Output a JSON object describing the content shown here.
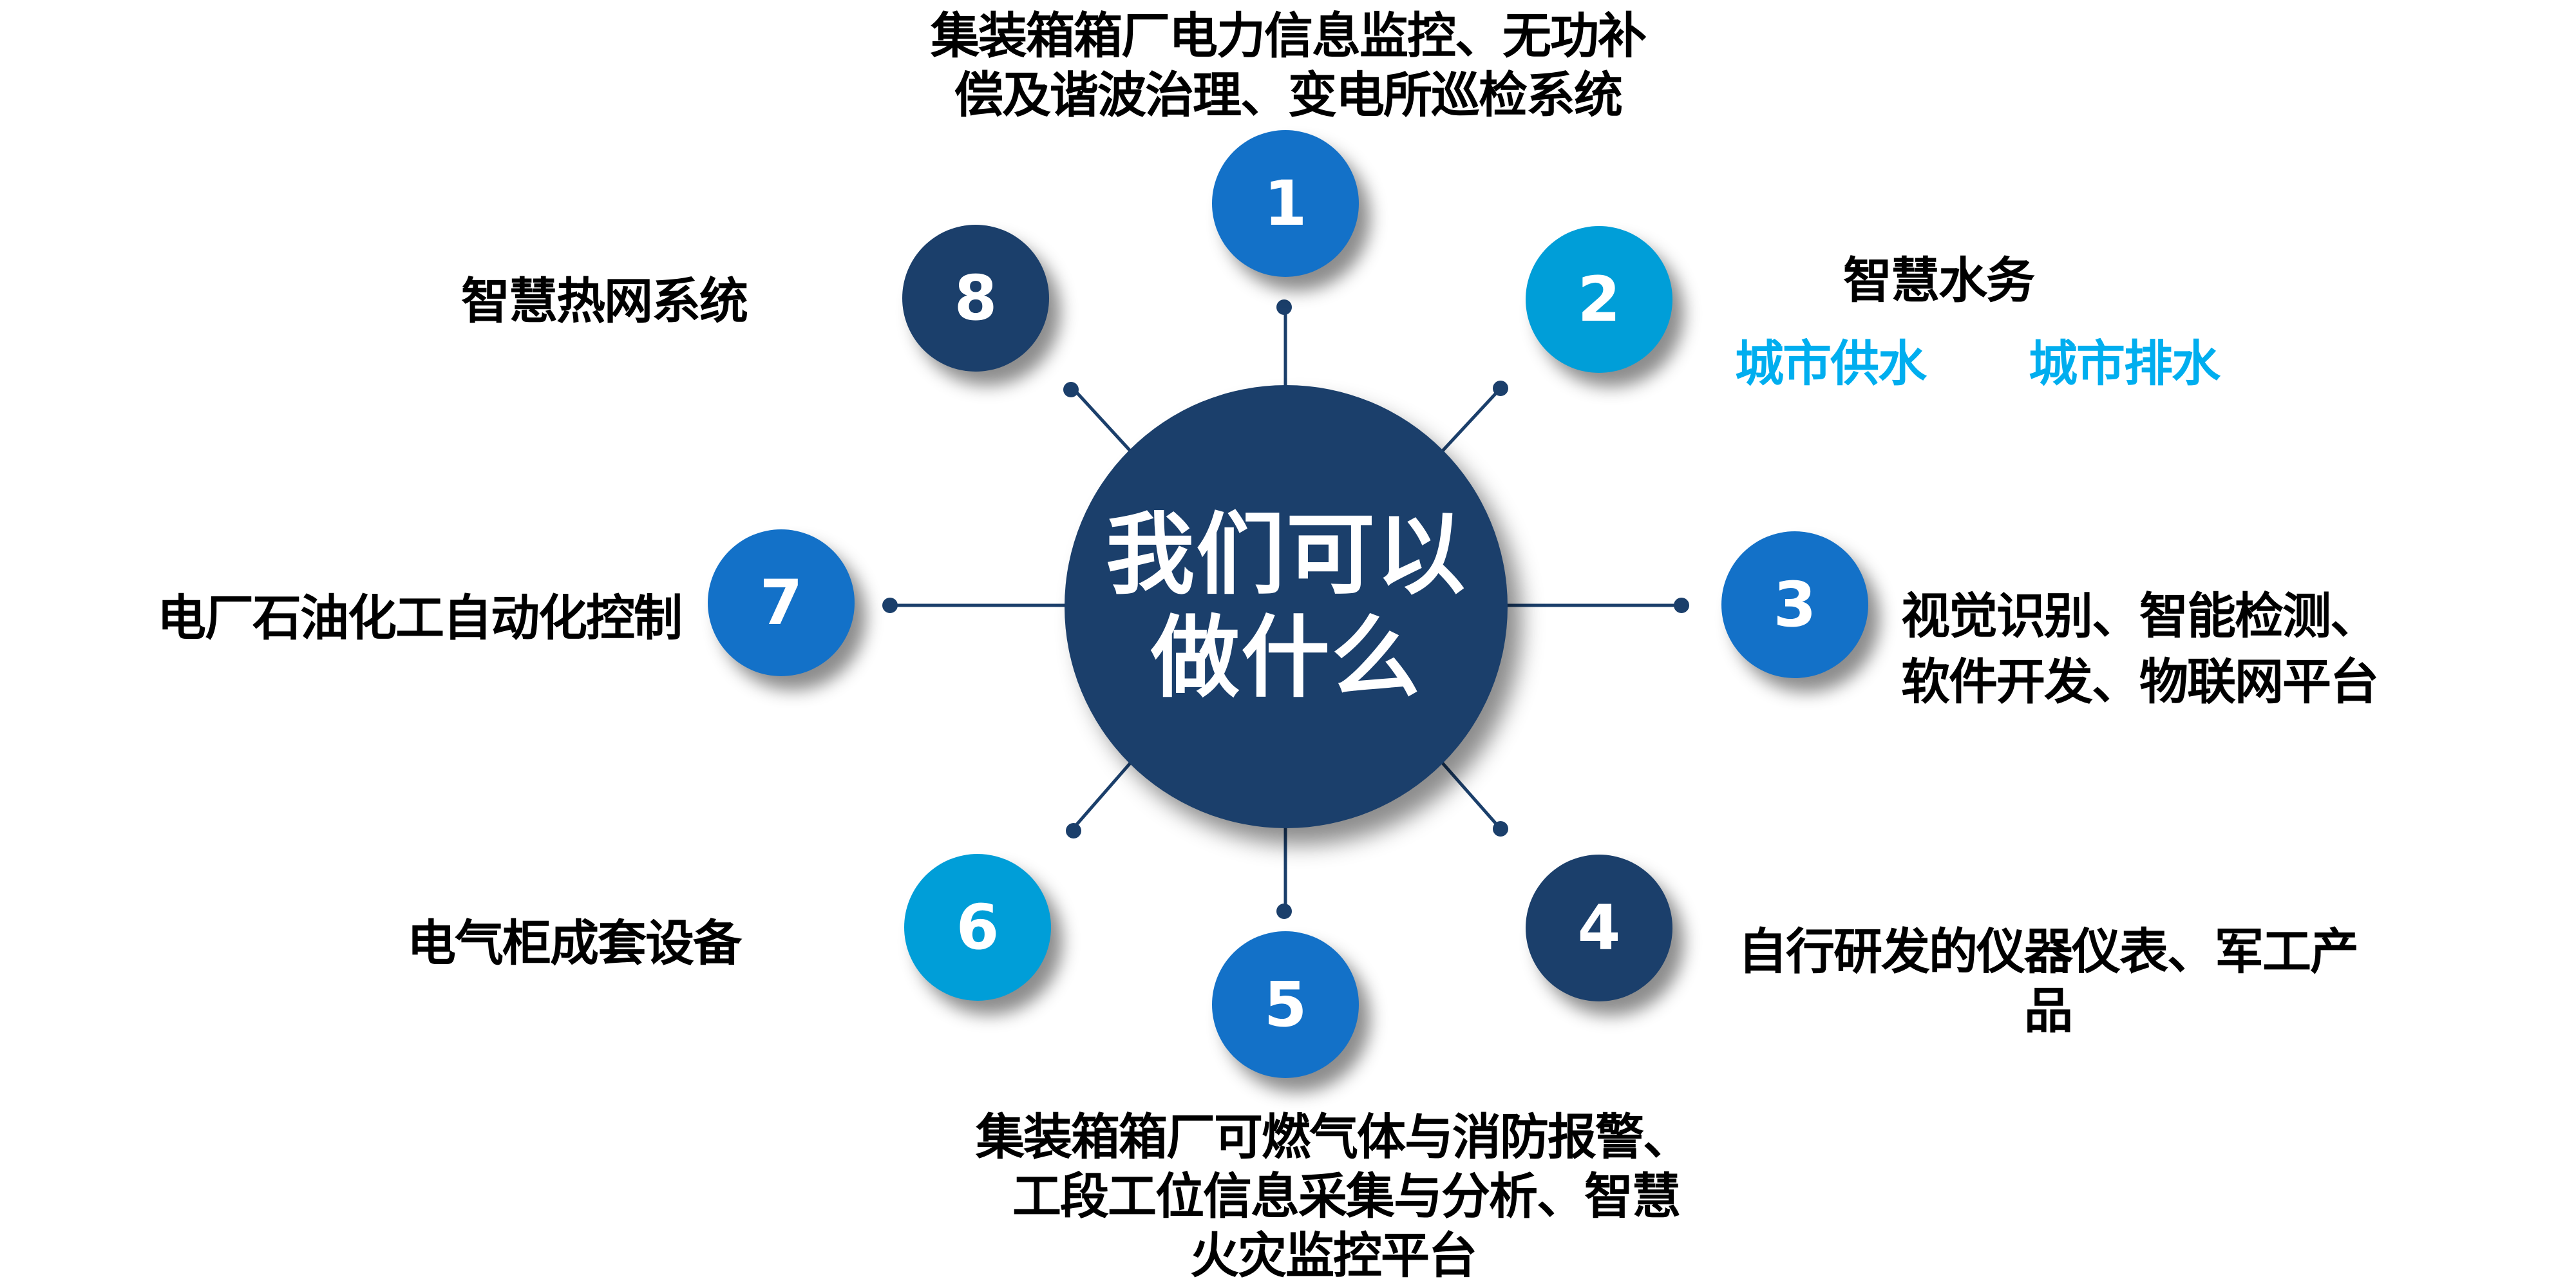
{
  "colors": {
    "navy": "#1B3F6B",
    "blue": "#1371C8",
    "light_blue": "#009ED8",
    "accent_text": "#00AEEF",
    "line": "#1B3F6B",
    "background": "#FFFFFF"
  },
  "hub": {
    "line1": "我们可以",
    "line2": "做什么"
  },
  "nodes": [
    {
      "number": "1",
      "color": "#1371C8",
      "lines": [
        "集装箱箱厂电力信息监控、无功补",
        "偿及谐波治理、变电所巡检系统"
      ]
    },
    {
      "number": "2",
      "color": "#009ED8",
      "lines": [
        "智慧水务"
      ],
      "sub_items": [
        "城市供水",
        "城市排水"
      ]
    },
    {
      "number": "3",
      "color": "#1371C8",
      "lines": [
        "视觉识别、智能检测、",
        "软件开发、物联网平台"
      ]
    },
    {
      "number": "4",
      "color": "#1B3F6B",
      "lines": [
        "自行研发的仪器仪表、军工产",
        "品"
      ]
    },
    {
      "number": "5",
      "color": "#1371C8",
      "lines": [
        "集装箱箱厂可燃气体与消防报警、",
        "工段工位信息采集与分析、智慧",
        "火灾监控平台"
      ]
    },
    {
      "number": "6",
      "color": "#009ED8",
      "lines": [
        "电气柜成套设备"
      ]
    },
    {
      "number": "7",
      "color": "#1371C8",
      "lines": [
        "电厂石油化工自动化控制"
      ]
    },
    {
      "number": "8",
      "color": "#1B3F6B",
      "lines": [
        "智慧热网系统"
      ]
    }
  ]
}
